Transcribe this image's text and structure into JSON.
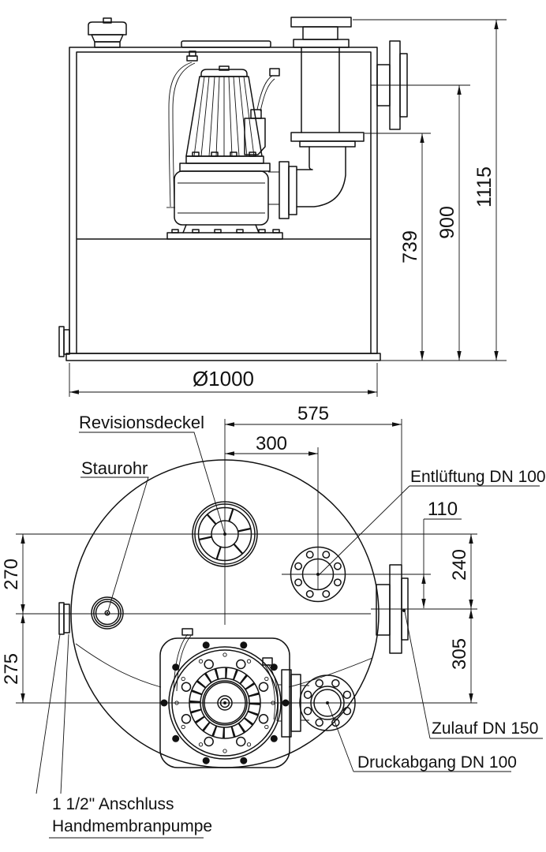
{
  "drawing": {
    "labels": {
      "revisionsdeckel": "Revisionsdeckel",
      "staurohr": "Staurohr",
      "entlueftung": "Entlüftung DN 100",
      "zulauf": "Zulauf DN 150",
      "druckabgang": "Druckabgang DN 100",
      "anschluss_line1": "1 1/2\" Anschluss",
      "anschluss_line2": "Handmembranpumpe"
    },
    "dimensions": {
      "total_height": "1115",
      "inlet_height": "900",
      "discharge_height": "739",
      "diameter": "Ø1000",
      "d575": "575",
      "d300": "300",
      "d110": "110",
      "d240": "240",
      "d305": "305",
      "d270": "270",
      "d275": "275"
    },
    "line_color": "#111111",
    "background_color": "#ffffff"
  }
}
